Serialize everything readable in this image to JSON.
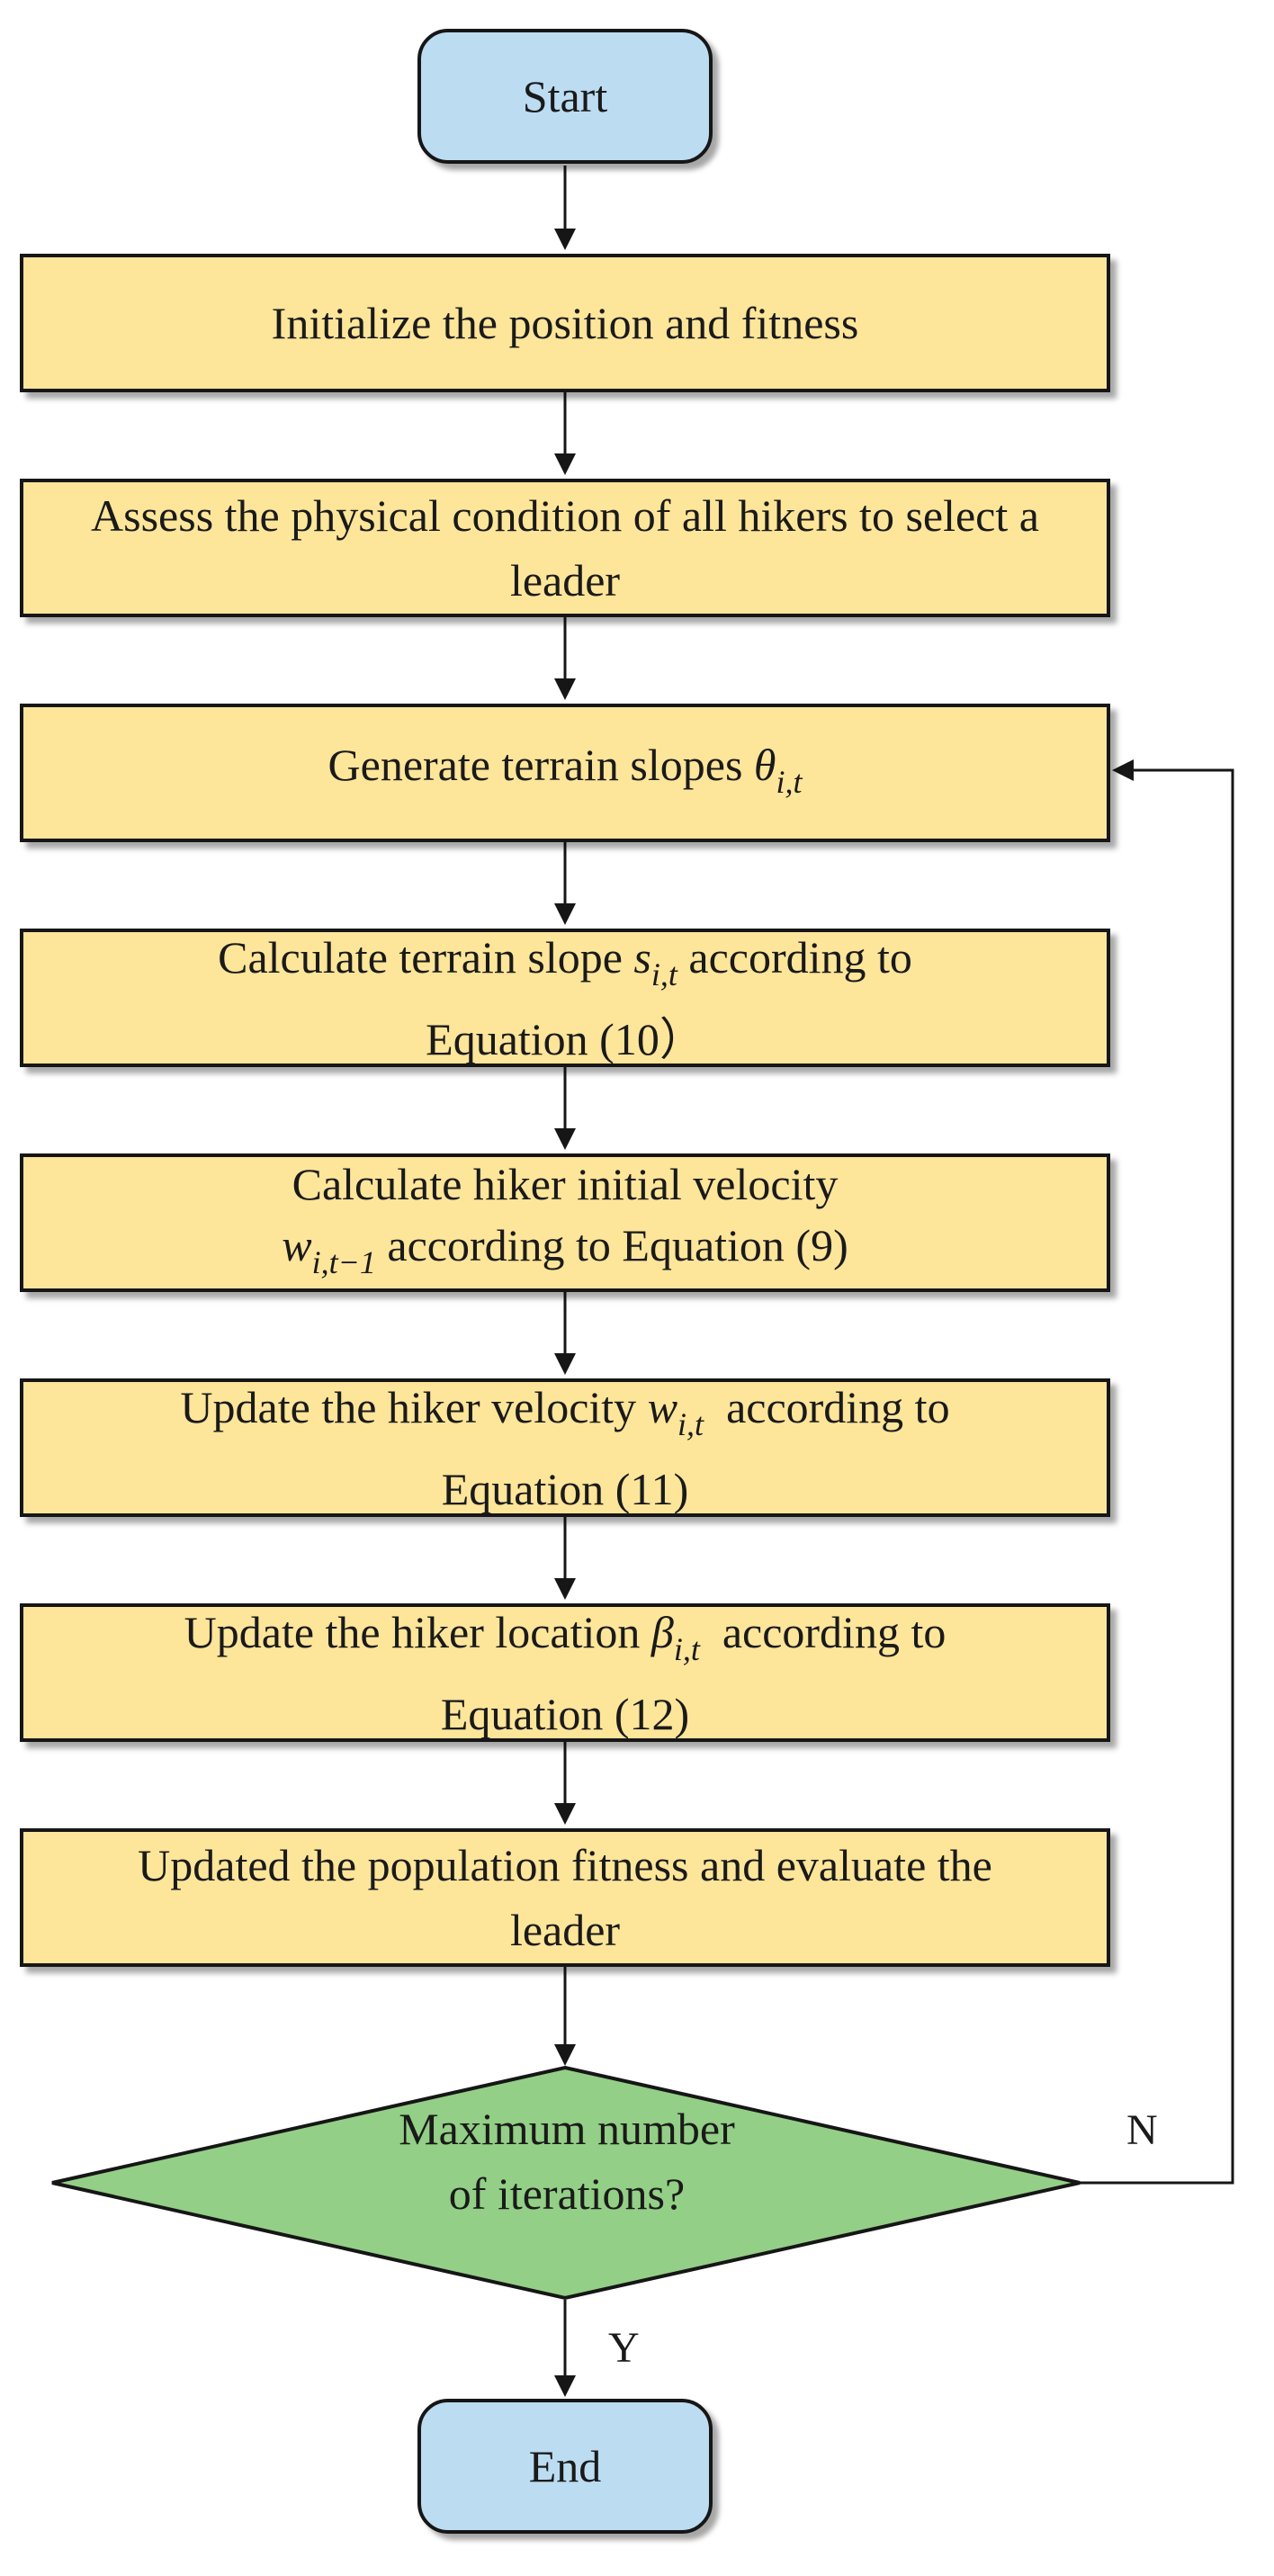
{
  "flowchart": {
    "start": "Start",
    "end": "End",
    "steps": {
      "s1": "Initialize the position and fitness",
      "s2": "Assess the physical condition of all hikers to select a leader",
      "s3": "Generate terrain slopes ",
      "s4_a": "Calculate terrain slope ",
      "s4_b": " according to Equation (10）",
      "s5_a": "Calculate hiker initial velocity",
      "s5_b": " according to Equation (9)",
      "s6_a": "Update the hiker velocity ",
      "s6_b": "  according to Equation (11)",
      "s7_a": "Update the hiker location ",
      "s7_b": "  according to Equation (12)",
      "s8": "Updated the population fitness and evaluate the leader"
    },
    "symbols": {
      "theta": "θ",
      "theta_sub": "i,t",
      "s": "s",
      "s_sub": "i,t",
      "w": "w",
      "w_sub_initial": "i,t−1",
      "w_sub": "i,t",
      "beta": "β",
      "beta_sub": "i,t"
    },
    "decision": {
      "line1": "Maximum number",
      "line2": "of iterations?",
      "no_label": "N",
      "yes_label": "Y"
    }
  },
  "colors": {
    "terminal_fill": "#bcdcf2",
    "process_fill": "#fde59a",
    "decision_fill": "#93cf86",
    "stroke": "#161616"
  }
}
